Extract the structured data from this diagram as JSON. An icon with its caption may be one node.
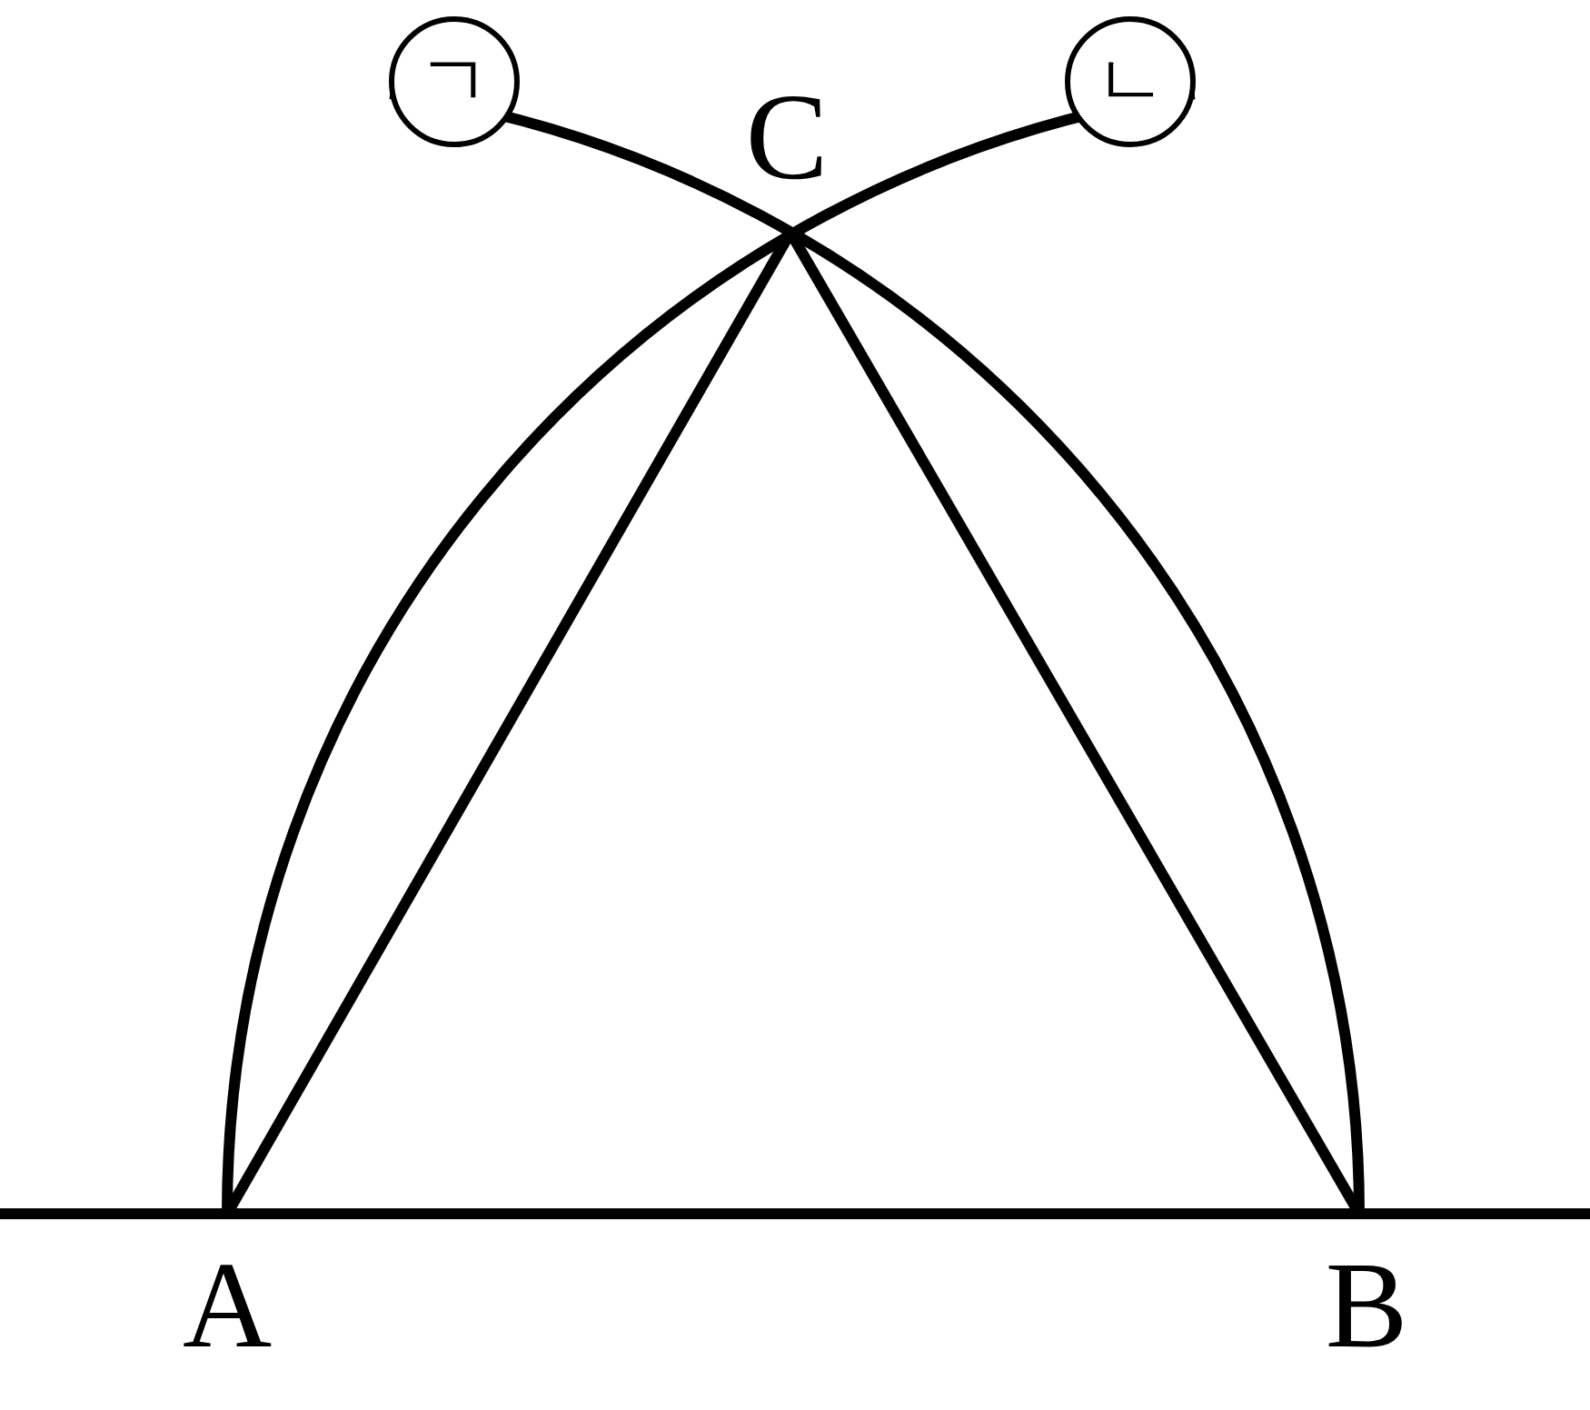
{
  "diagram": {
    "nodes": [
      {
        "text": [
          "ㄱ"
        ]
      },
      {
        "text": [
          "C"
        ]
      },
      {
        "text": [
          "ㄴ"
        ]
      },
      {
        "text": [
          "A"
        ]
      },
      {
        "text": [
          "B"
        ]
      }
    ],
    "edges": [
      {
        "from": 4,
        "to": 0,
        "arrow": "none"
      },
      {
        "from": 3,
        "to": 2,
        "arrow": "none"
      },
      {
        "from": 3,
        "to": 1,
        "arrow": "none"
      },
      {
        "from": 4,
        "to": 1,
        "arrow": "none"
      },
      {
        "from": 3,
        "to": 4,
        "arrow": "none"
      }
    ]
  }
}
